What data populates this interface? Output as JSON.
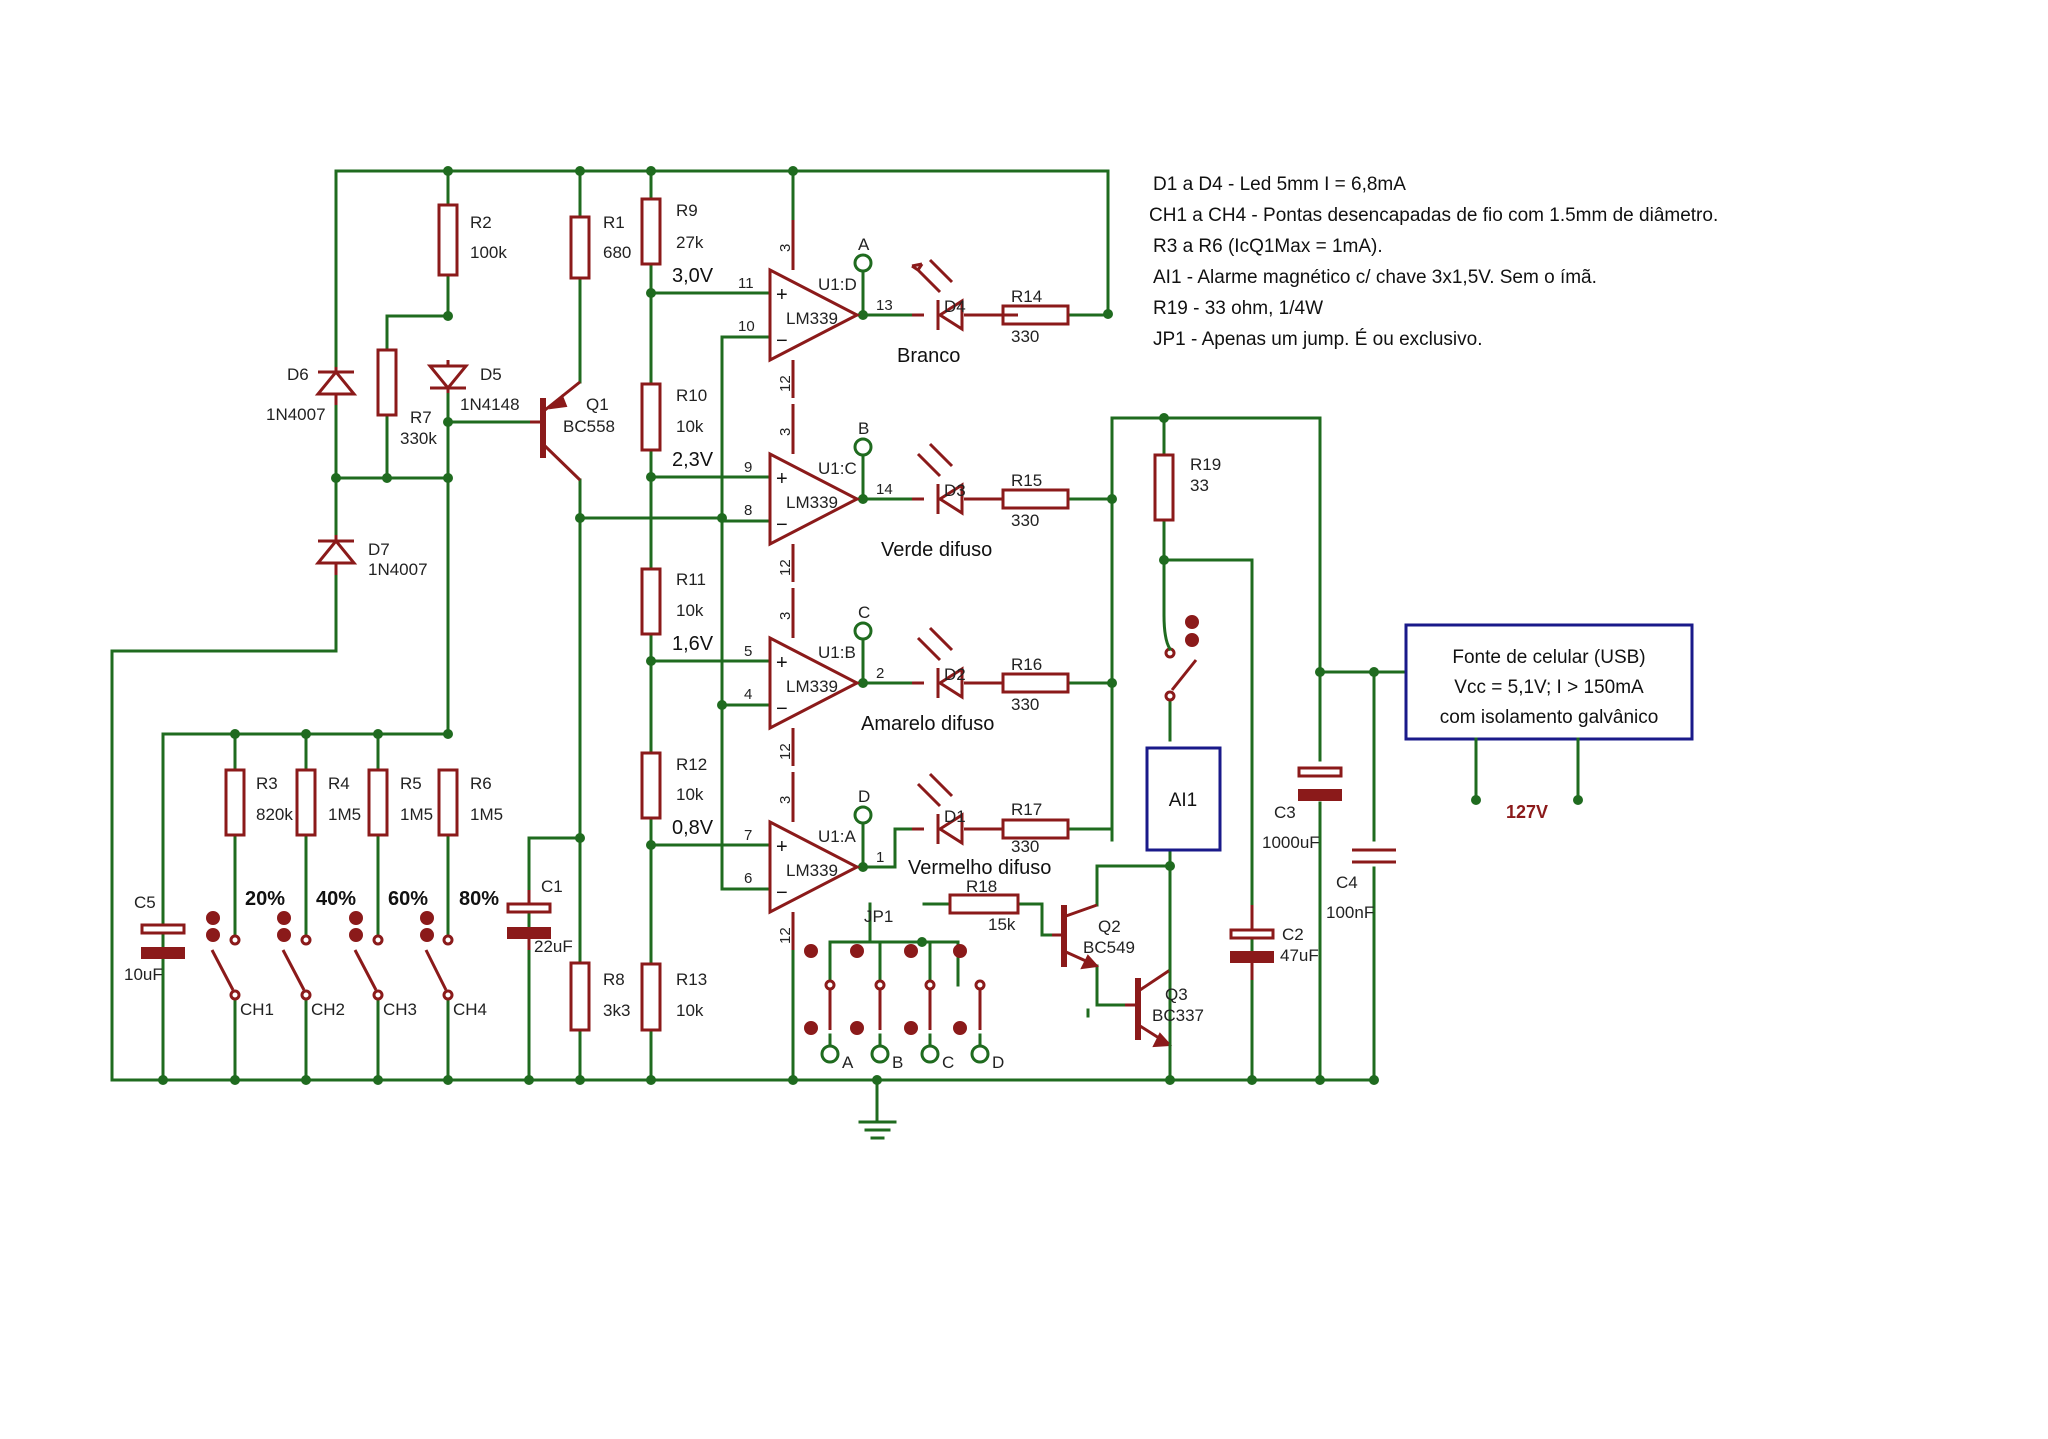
{
  "notes": [
    "D1 a D4 - Led 5mm I = 6,8mA",
    "CH1 a CH4 - Pontas desencapadas de fio com 1.5mm de diâmetro.",
    "R3 a R6 (IcQ1Max = 1mA).",
    "AI1 - Alarme magnético c/ chave 3x1,5V. Sem o ímã.",
    "R19 - 33 ohm, 1/4W",
    "JP1 - Apenas um jump. É ou exclusivo."
  ],
  "power_box": {
    "line1": "Fonte de celular (USB)",
    "line2": "Vcc = 5,1V; I > 150mA",
    "line3": "com isolamento galvânico",
    "mains": "127V"
  },
  "alarm": {
    "label": "AI1"
  },
  "resistors": {
    "r1": {
      "ref": "R1",
      "val": "680"
    },
    "r2": {
      "ref": "R2",
      "val": "100k"
    },
    "r3": {
      "ref": "R3",
      "val": "820k"
    },
    "r4": {
      "ref": "R4",
      "val": "1M5"
    },
    "r5": {
      "ref": "R5",
      "val": "1M5"
    },
    "r6": {
      "ref": "R6",
      "val": "1M5"
    },
    "r7": {
      "ref": "R7",
      "val": "330k"
    },
    "r8": {
      "ref": "R8",
      "val": "3k3"
    },
    "r9": {
      "ref": "R9",
      "val": "27k"
    },
    "r10": {
      "ref": "R10",
      "val": "10k"
    },
    "r11": {
      "ref": "R11",
      "val": "10k"
    },
    "r12": {
      "ref": "R12",
      "val": "10k"
    },
    "r13": {
      "ref": "R13",
      "val": "10k"
    },
    "r14": {
      "ref": "R14",
      "val": "330"
    },
    "r15": {
      "ref": "R15",
      "val": "330"
    },
    "r16": {
      "ref": "R16",
      "val": "330"
    },
    "r17": {
      "ref": "R17",
      "val": "330"
    },
    "r18": {
      "ref": "R18",
      "val": "15k"
    },
    "r19": {
      "ref": "R19",
      "val": "33"
    }
  },
  "capacitors": {
    "c1": {
      "ref": "C1",
      "val": "22uF"
    },
    "c2": {
      "ref": "C2",
      "val": "47uF"
    },
    "c3": {
      "ref": "C3",
      "val": "1000uF"
    },
    "c4": {
      "ref": "C4",
      "val": "100nF"
    },
    "c5": {
      "ref": "C5",
      "val": "10uF"
    }
  },
  "diodes": {
    "d5": {
      "ref": "D5",
      "val": "1N4148"
    },
    "d6": {
      "ref": "D6",
      "val": "1N4007"
    },
    "d7": {
      "ref": "D7",
      "val": "1N4007"
    }
  },
  "transistors": {
    "q1": {
      "ref": "Q1",
      "val": "BC558"
    },
    "q2": {
      "ref": "Q2",
      "val": "BC549"
    },
    "q3": {
      "ref": "Q3",
      "val": "BC337"
    }
  },
  "voltages": [
    "3,0V",
    "2,3V",
    "1,6V",
    "0,8V"
  ],
  "comparators": [
    {
      "unit": "U1:D",
      "part": "LM339",
      "in_plus": "11",
      "in_minus": "10",
      "out": "13",
      "vcc": "3",
      "gnd": "12",
      "pin_label": "A",
      "led": "D4",
      "res": "R14",
      "res_val": "330",
      "color": "Branco"
    },
    {
      "unit": "U1:C",
      "part": "LM339",
      "in_plus": "9",
      "in_minus": "8",
      "out": "14",
      "vcc": "3",
      "gnd": "12",
      "pin_label": "B",
      "led": "D3",
      "res": "R15",
      "res_val": "330",
      "color": "Verde difuso"
    },
    {
      "unit": "U1:B",
      "part": "LM339",
      "in_plus": "5",
      "in_minus": "4",
      "out": "2",
      "vcc": "3",
      "gnd": "12",
      "pin_label": "C",
      "led": "D2",
      "res": "R16",
      "res_val": "330",
      "color": "Amarelo difuso"
    },
    {
      "unit": "U1:A",
      "part": "LM339",
      "in_plus": "7",
      "in_minus": "6",
      "out": "1",
      "vcc": "3",
      "gnd": "12",
      "pin_label": "D",
      "led": "D1",
      "res": "R17",
      "res_val": "330",
      "color": "Vermelho difuso"
    }
  ],
  "levels": [
    "20%",
    "40%",
    "60%",
    "80%"
  ],
  "switches": [
    "CH1",
    "CH2",
    "CH3",
    "CH4"
  ],
  "jumper": {
    "ref": "JP1",
    "pins": [
      "A",
      "B",
      "C",
      "D"
    ]
  },
  "opamp_signs": {
    "plus": "+",
    "minus": "−"
  }
}
